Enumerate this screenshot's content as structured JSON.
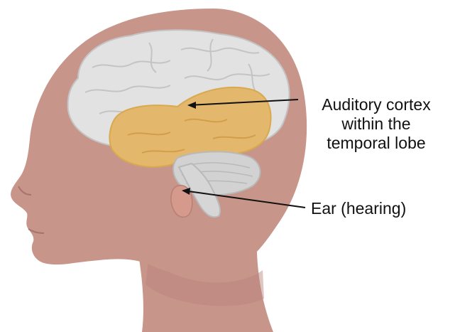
{
  "labels": {
    "auditory_cortex": [
      "Auditory cortex",
      "within the",
      "temporal lobe"
    ],
    "ear": "Ear (hearing)"
  },
  "colors": {
    "skin": "#c8958a",
    "skin_shadow": "#b5807a",
    "brain": "#e2e2e2",
    "brain_fold": "#c9c9c9",
    "temporal_lobe": "#e3b86c",
    "cerebellum": "#cfcfcf",
    "ear": "#d59a8c",
    "pointer_line": "#111111"
  }
}
